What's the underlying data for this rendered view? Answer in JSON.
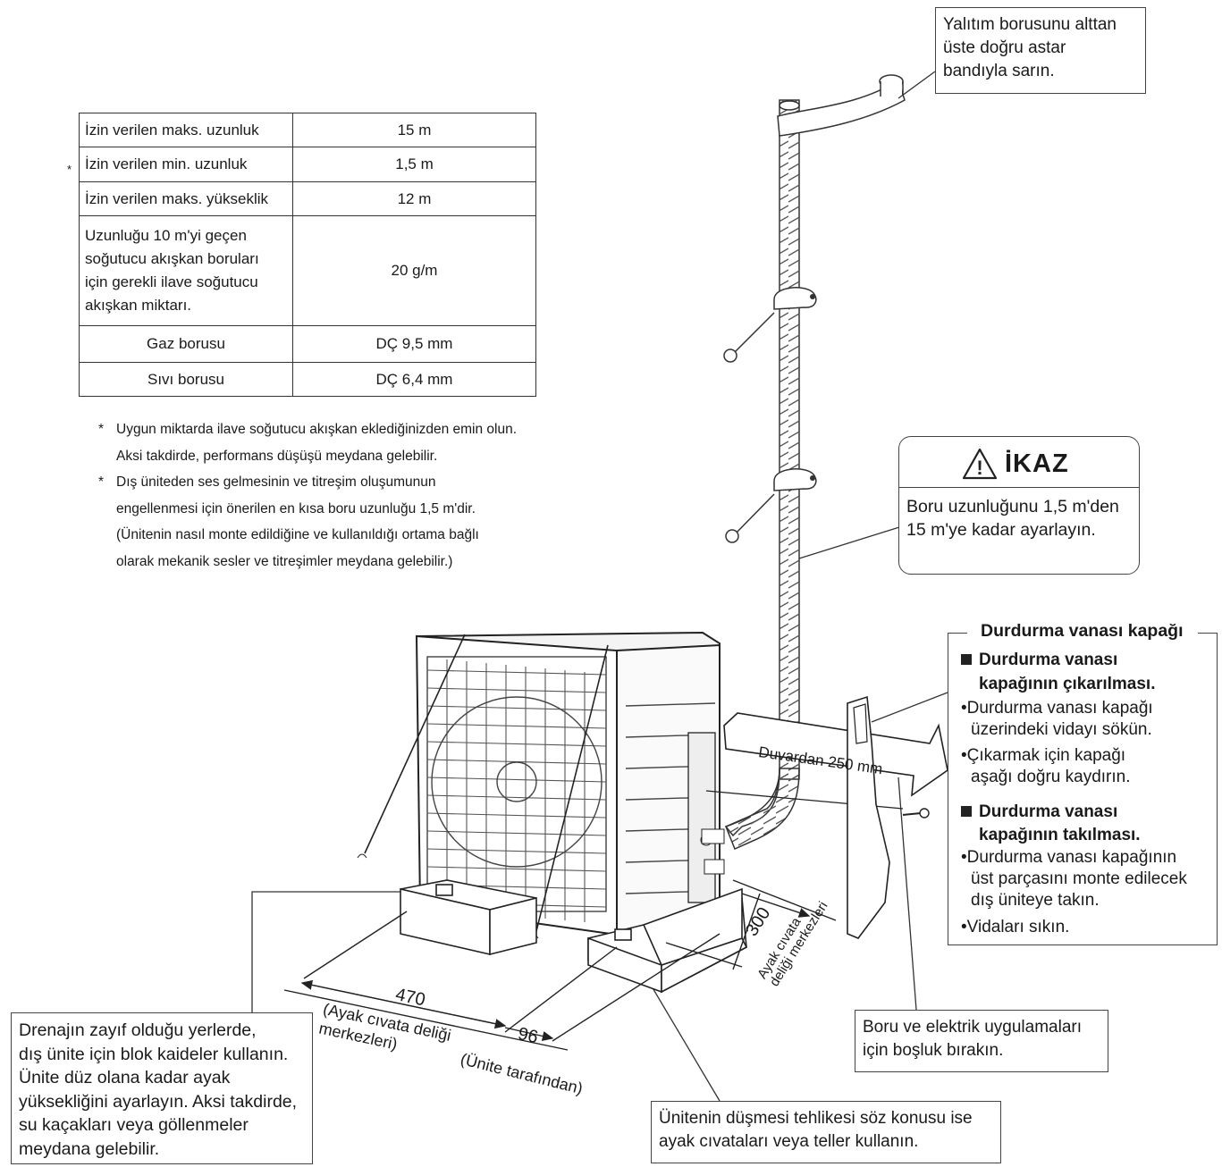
{
  "spec_table": {
    "rows": [
      {
        "label": "İzin verilen maks. uzunluk",
        "value": "15 m"
      },
      {
        "label": "İzin verilen min. uzunluk",
        "value": "1,5 m"
      },
      {
        "label": "İzin verilen maks. yükseklik",
        "value": "12 m"
      },
      {
        "label_lines": [
          "Uzunluğu 10 m'yi geçen",
          "soğutucu akışkan boruları",
          "için gerekli ilave soğutucu",
          "akışkan miktarı."
        ],
        "value": "20 g/m"
      },
      {
        "label": "Gaz borusu",
        "value": "DÇ 9,5 mm"
      },
      {
        "label": "Sıvı borusu",
        "value": "DÇ 6,4 mm"
      }
    ],
    "star": "*"
  },
  "notes": {
    "bullet": "*",
    "note1": [
      "Uygun miktarda ilave soğutucu akışkan eklediğinizden emin olun.",
      "Aksi takdirde, performans düşüşü meydana gelebilir."
    ],
    "note2": [
      "Dış üniteden ses gelmesinin ve titreşim oluşumunun",
      "engellenmesi için önerilen en kısa boru uzunluğu 1,5 m'dir.",
      "(Ünitenin nasıl monte edildiğine ve kullanıldığı ortama bağlı",
      "olarak mekanik sesler ve titreşimler meydana gelebilir.)"
    ]
  },
  "wrap_callout": [
    "Yalıtım borusunu alttan",
    "üste doğru astar",
    "bandıyla sarın."
  ],
  "warning": {
    "title": "İKAZ",
    "symbol": "!",
    "lines": [
      "Boru uzunluğunu 1,5 m'den",
      "15 m'ye kadar ayarlayın."
    ]
  },
  "valve_cover": {
    "title": "Durdurma vanası kapağı",
    "removal_heading": [
      "Durdurma vanası",
      "kapağının çıkarılması."
    ],
    "removal_steps": [
      [
        "Durdurma vanası kapağı",
        "üzerindeki vidayı sökün."
      ],
      [
        "Çıkarmak için kapağı",
        "aşağı doğru kaydırın."
      ]
    ],
    "install_heading": [
      "Durdurma vanası",
      "kapağının takılması."
    ],
    "install_steps": [
      [
        "Durdurma vanası kapağının",
        "üst parçasını monte edilecek",
        "dış üniteye takın."
      ],
      [
        "Vidaları sıkın."
      ]
    ],
    "bullet": "•"
  },
  "wall_distance": "Duvardan 250 mm",
  "dimensions": {
    "d470": "470",
    "d470_note": [
      "(Ayak cıvata deliği",
      "merkezleri)"
    ],
    "d96": "96",
    "d96_note": "(Ünite tarafından)",
    "d300": "300",
    "d300_note": [
      "Ayak cıvata",
      "deliği merkezleri"
    ]
  },
  "drain_callout": [
    "Drenajın zayıf olduğu yerlerde,",
    "dış ünite için blok kaideler kullanın.",
    "Ünite düz olana kadar ayak",
    "yüksekliğini ayarlayın. Aksi takdirde,",
    "su kaçakları veya göllenmeler",
    "meydana gelebilir."
  ],
  "clearance_callout": [
    "Boru ve elektrik uygulamaları",
    "için boşluk bırakın."
  ],
  "fall_callout": [
    "Ünitenin düşmesi tehlikesi söz konusu ise",
    "ayak cıvataları veya teller kullanın."
  ]
}
